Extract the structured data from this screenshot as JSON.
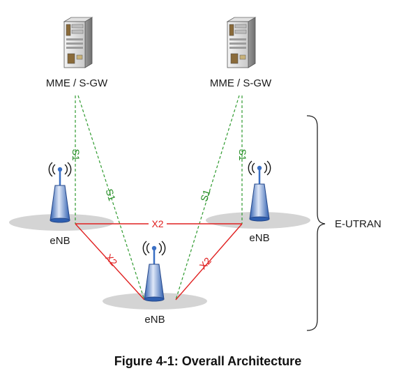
{
  "nodes": {
    "mme_left_label": "MME / S-GW",
    "mme_right_label": "MME / S-GW",
    "enb_left_label": "eNB",
    "enb_right_label": "eNB",
    "enb_bottom_label": "eNB"
  },
  "interfaces": {
    "s1_a": "S1",
    "s1_b": "S1",
    "s1_c": "S1",
    "s1_d": "S1",
    "x2_top": "X2",
    "x2_left": "X2",
    "x2_right": "X2"
  },
  "group_label": "E-UTRAN",
  "caption": "Figure 4-1: Overall Architecture",
  "colors": {
    "s1_link": "#2e9a2e",
    "x2_link": "#e02020",
    "antenna": "#3a6fc4",
    "shadow": "#d4d4d4"
  }
}
